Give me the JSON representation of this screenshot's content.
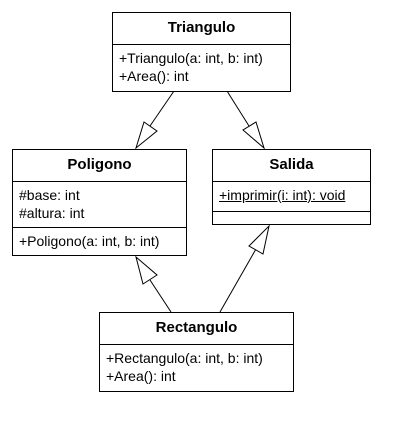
{
  "classes": {
    "triangulo": {
      "name": "Triangulo",
      "operations": [
        "+Triangulo(a: int, b: int)",
        "+Area(): int"
      ]
    },
    "poligono": {
      "name": "Poligono",
      "attributes": [
        "#base: int",
        "#altura: int"
      ],
      "operations": [
        "+Poligono(a: int, b: int)"
      ]
    },
    "salida": {
      "name": "Salida",
      "attributes": [],
      "operations": [
        "+imprimir(i: int): void"
      ]
    },
    "rectangulo": {
      "name": "Rectangulo",
      "operations": [
        "+Rectangulo(a: int, b: int)",
        "+Area(): int"
      ]
    }
  }
}
